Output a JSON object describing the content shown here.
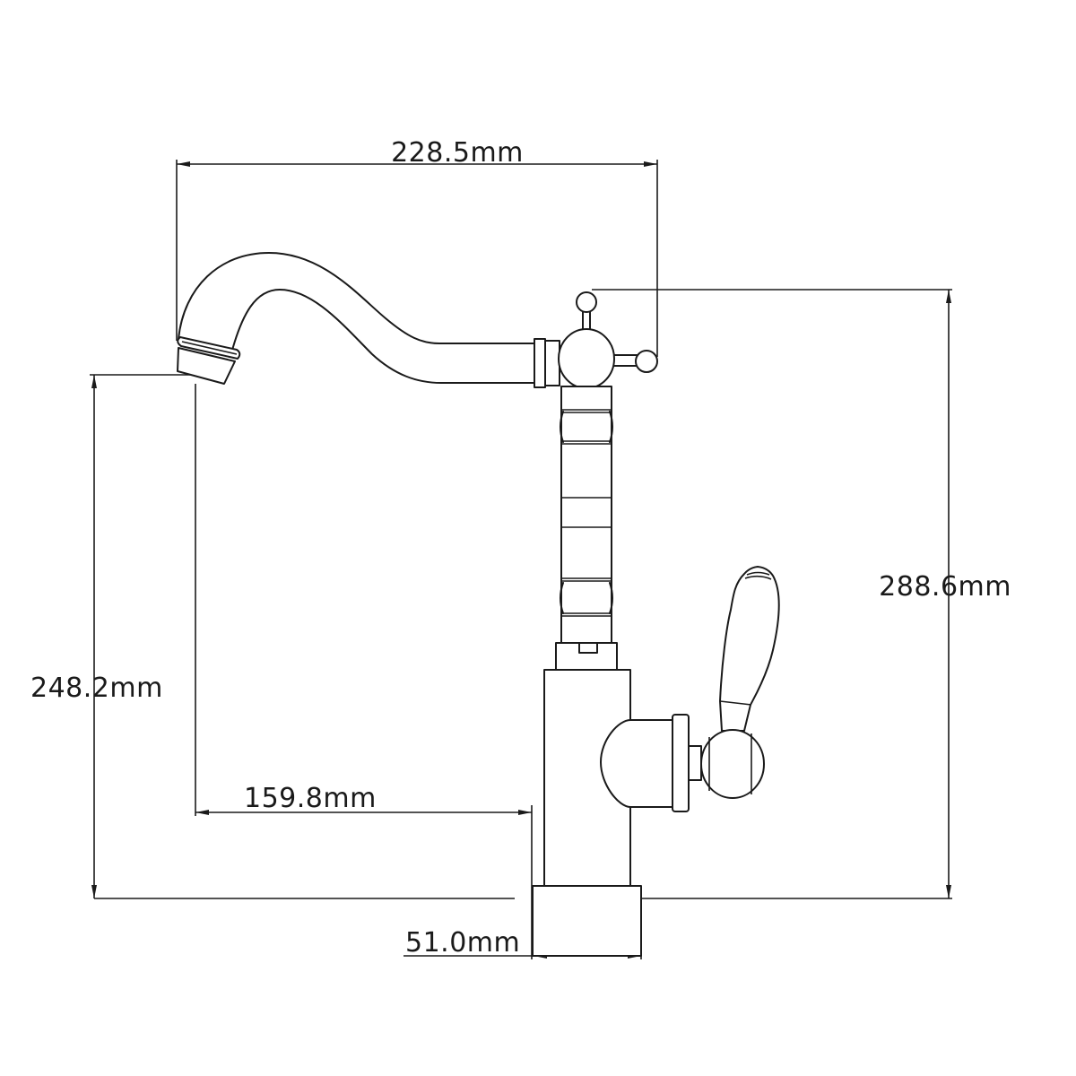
{
  "diagram": {
    "subject": "faucet",
    "dimensions": {
      "overall_reach": "228.5mm",
      "overall_height": "288.6mm",
      "spout_height": "248.2mm",
      "spout_reach": "159.8mm",
      "base_width": "51.0mm"
    },
    "colors": {
      "line": "#1a1a1a",
      "background": "#ffffff"
    }
  }
}
